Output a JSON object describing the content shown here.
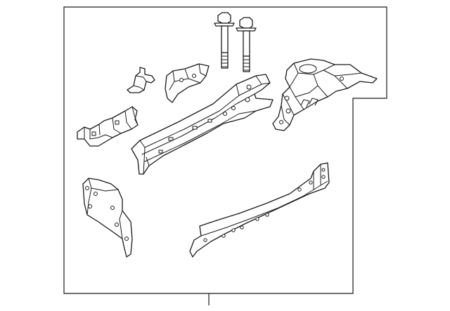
{
  "diagram": {
    "parts": [
      {
        "name": "mounting-bolt"
      },
      {
        "name": "mounting-bolt"
      },
      {
        "name": "small-bracket"
      },
      {
        "name": "upper-bracket"
      },
      {
        "name": "lower-bracket"
      },
      {
        "name": "frame-rail"
      },
      {
        "name": "rear-extension"
      },
      {
        "name": "side-plate"
      },
      {
        "name": "reinforcement-strip"
      }
    ]
  }
}
